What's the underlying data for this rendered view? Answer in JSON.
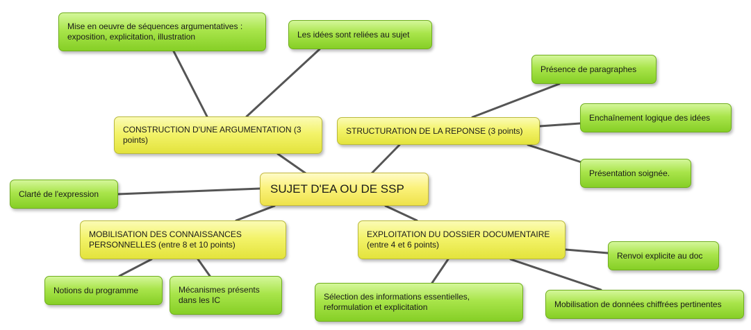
{
  "diagram": {
    "root": {
      "id": "root",
      "label": "SUJET D'EA OU DE SSP"
    },
    "branches": [
      {
        "id": "b1",
        "label": "CONSTRUCTION D'UNE ARGUMENTATION (3\npoints)"
      },
      {
        "id": "b2",
        "label": "STRUCTURATION DE LA REPONSE (3 points)"
      },
      {
        "id": "b3",
        "label": "MOBILISATION DES CONNAISSANCES\nPERSONNELLES (entre 8 et 10 points)"
      },
      {
        "id": "b4",
        "label": "EXPLOITATION DU DOSSIER DOCUMENTAIRE\n(entre 4 et 6 points)"
      }
    ],
    "leaves": [
      {
        "id": "l1",
        "label": "Mise en oeuvre de séquences argumentatives :\nexposition, explicitation, illustration"
      },
      {
        "id": "l2",
        "label": "Les idées sont reliées au sujet"
      },
      {
        "id": "l3",
        "label": "Présence de paragraphes"
      },
      {
        "id": "l4",
        "label": "Enchaînement logique des idées"
      },
      {
        "id": "l5",
        "label": "Présentation soignée."
      },
      {
        "id": "l6",
        "label": "Clarté de l'expression"
      },
      {
        "id": "l7",
        "label": "Notions du programme"
      },
      {
        "id": "l8",
        "label": "Mécanismes présents\ndans les IC"
      },
      {
        "id": "l9",
        "label": "Renvoi explicite au doc"
      },
      {
        "id": "l10",
        "label": "Sélection des informations essentielles,\nreformulation et explicitation"
      },
      {
        "id": "l11",
        "label": "Mobilisation de données chiffrées pertinentes"
      }
    ],
    "edges": [
      [
        "root",
        "b1"
      ],
      [
        "root",
        "b2"
      ],
      [
        "root",
        "b3"
      ],
      [
        "root",
        "b4"
      ],
      [
        "root",
        "l6"
      ],
      [
        "b1",
        "l1"
      ],
      [
        "b1",
        "l2"
      ],
      [
        "b2",
        "l3"
      ],
      [
        "b2",
        "l4"
      ],
      [
        "b2",
        "l5"
      ],
      [
        "b3",
        "l7"
      ],
      [
        "b3",
        "l8"
      ],
      [
        "b4",
        "l9"
      ],
      [
        "b4",
        "l10"
      ],
      [
        "b4",
        "l11"
      ]
    ],
    "colors": {
      "leaf": "#a9e54b",
      "branch": "#f3f36a",
      "root": "#fbf27c",
      "line": "#555555"
    }
  }
}
